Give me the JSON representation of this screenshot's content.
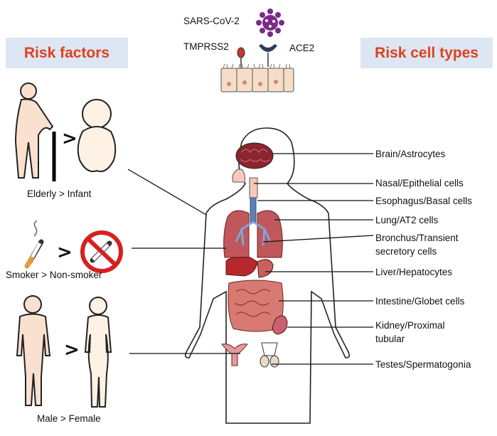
{
  "header": {
    "virus_label": "SARS-CoV-2",
    "tmprss2_label": "TMPRSS2",
    "ace2_label": "ACE2"
  },
  "left_panel": {
    "title": "Risk factors",
    "comparisons": [
      {
        "caption": "Elderly > Infant",
        "symbol": ">"
      },
      {
        "caption": "Smoker > Non-smoker",
        "symbol": ">"
      },
      {
        "caption": "Male > Female",
        "symbol": ">"
      }
    ]
  },
  "right_panel": {
    "title": "Risk cell types",
    "organs": [
      {
        "label_line1": "Brain/Astrocytes",
        "label_line2": ""
      },
      {
        "label_line1": "Nasal/Epithelial cells",
        "label_line2": ""
      },
      {
        "label_line1": "Esophagus/Basal cells",
        "label_line2": ""
      },
      {
        "label_line1": "Lung/AT2 cells",
        "label_line2": ""
      },
      {
        "label_line1": "Bronchus/Transient",
        "label_line2": "secretory cells"
      },
      {
        "label_line1": "Liver/Hepatocytes",
        "label_line2": ""
      },
      {
        "label_line1": "Intestine/Globet cells",
        "label_line2": ""
      },
      {
        "label_line1": "Kidney/Proximal",
        "label_line2": "tubular"
      },
      {
        "label_line1": "Testes/Spermatogonia",
        "label_line2": ""
      }
    ]
  },
  "colors": {
    "title_text": "#e0401e",
    "title_bg": "#dde6f3",
    "skin": "#f9e0cf",
    "virus": "#7b2a8a",
    "liver": "#c0392b",
    "lung": "#c0575a",
    "intestine": "#d97a72",
    "brain": "#8a2530"
  }
}
